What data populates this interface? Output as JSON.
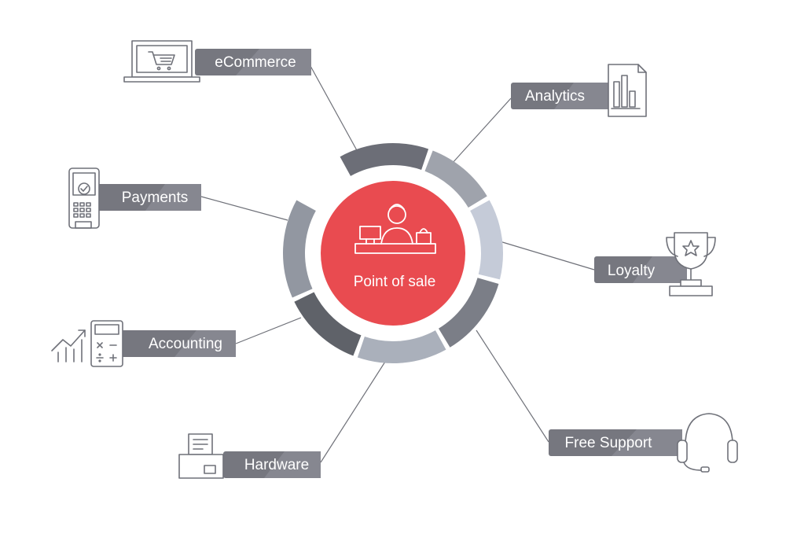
{
  "center": {
    "label": "Point of sale",
    "icon": "cashier-icon",
    "color": "#e94b50"
  },
  "ring": {
    "segment_colors": [
      "#6c6e77",
      "#9fa3ac",
      "#c5cbd8",
      "#7b7e87",
      "#aab0bb",
      "#5f6269",
      "#9297a1"
    ]
  },
  "features": [
    {
      "id": "ecommerce",
      "label": "eCommerce",
      "icon": "laptop-cart-icon"
    },
    {
      "id": "analytics",
      "label": "Analytics",
      "icon": "report-chart-icon"
    },
    {
      "id": "payments",
      "label": "Payments",
      "icon": "card-terminal-icon"
    },
    {
      "id": "loyalty",
      "label": "Loyalty",
      "icon": "trophy-icon"
    },
    {
      "id": "accounting",
      "label": "Accounting",
      "icon": "calculator-icon"
    },
    {
      "id": "hardware",
      "label": "Hardware",
      "icon": "printer-icon"
    },
    {
      "id": "support",
      "label": "Free Support",
      "icon": "headset-icon"
    }
  ],
  "colors": {
    "label_bg": "#76777f",
    "line": "#6f7179",
    "accent_red": "#e94b50"
  }
}
